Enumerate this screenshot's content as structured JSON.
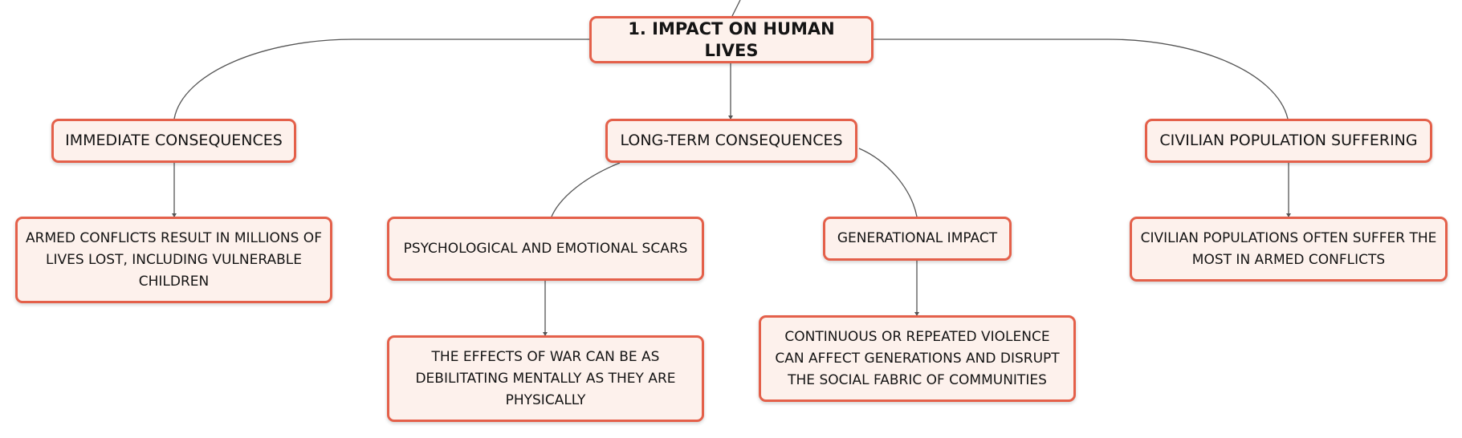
{
  "map": {
    "root": "1. IMPACT ON HUMAN LIVES",
    "branches": {
      "immediate": "IMMEDIATE CONSEQUENCES",
      "long_term": "LONG-TERM CONSEQUENCES",
      "civilian": "CIVILIAN POPULATION SUFFERING"
    },
    "details": {
      "immediate": "ARMED CONFLICTS RESULT IN MILLIONS OF LIVES LOST, INCLUDING VULNERABLE CHILDREN",
      "psychological": "PSYCHOLOGICAL AND EMOTIONAL SCARS",
      "psychological_detail": "THE EFFECTS OF WAR CAN BE AS DEBILITATING MENTALLY AS THEY ARE PHYSICALLY",
      "generational": "GENERATIONAL IMPACT",
      "generational_detail": "CONTINUOUS OR REPEATED VIOLENCE CAN AFFECT GENERATIONS AND DISRUPT THE SOCIAL FABRIC OF COMMUNITIES",
      "civilian": "CIVILIAN POPULATIONS OFTEN SUFFER THE MOST IN ARMED CONFLICTS"
    }
  },
  "colors": {
    "node_border": "#e4604a",
    "node_fill": "#fdf1ec",
    "connector": "#555555"
  }
}
